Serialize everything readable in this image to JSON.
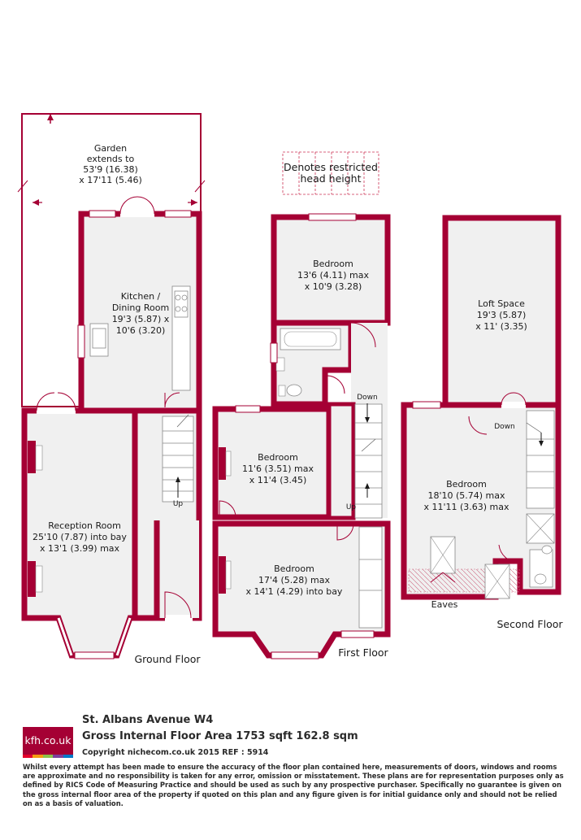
{
  "legend": {
    "line1": "Denotes restricted",
    "line2": "head height"
  },
  "ground_floor": {
    "floor_label": "Ground Floor",
    "garden": [
      "Garden",
      "extends to",
      "53'9 (16.38)",
      "x 17'11 (5.46)"
    ],
    "kitchen": [
      "Kitchen /",
      "Dining Room",
      "19'3 (5.87) x",
      "10'6 (3.20)"
    ],
    "reception": [
      "Reception Room",
      "25'10 (7.87) into bay",
      "x 13'1 (3.99) max"
    ],
    "stairs_label": "Up"
  },
  "first_floor": {
    "floor_label": "First Floor",
    "bedroom_rear": [
      "Bedroom",
      "13'6 (4.11) max",
      "x 10'9 (3.28)"
    ],
    "bedroom_middle": [
      "Bedroom",
      "11'6 (3.51) max",
      "x 11'4 (3.45)"
    ],
    "bedroom_front": [
      "Bedroom",
      "17'4 (5.28) max",
      "x 14'1 (4.29) into bay"
    ],
    "stairs_down": "Down",
    "stairs_up": "Up"
  },
  "second_floor": {
    "floor_label": "Second Floor",
    "loft": [
      "Loft Space",
      "19'3 (5.87)",
      "x 11' (3.35)"
    ],
    "bedroom": [
      "Bedroom",
      "18'10 (5.74) max",
      "x 11'11 (3.63) max"
    ],
    "stairs_down": "Down",
    "eaves": "Eaves"
  },
  "footer": {
    "logo_text": "kfh.co.uk",
    "address": "St. Albans Avenue  W4",
    "area": "Gross Internal Floor Area 1753 sqft 162.8 sqm",
    "copyright": "Copyright nichecom.co.uk 2015 REF : 5914",
    "disclaimer": "Whilst every attempt has been made to ensure the accuracy of the floor plan contained here, measurements of doors, windows and rooms are approximate and no responsibility is taken for any error, omission or misstatement.  These plans are for representation purposes only as defined by RICS Code of Measuring Practice and should be used as such by any prospective purchaser.  Specifically no guarantee is given on the gross internal floor area of the property if quoted on this plan and any figure given is for initial guidance only and should not be relied on as a basis of valuation."
  },
  "colors": {
    "wall": "#a50034",
    "floor_fill": "#f0f0f0",
    "fixture": "#c8c8c8",
    "logo_bar": [
      "#e4002b",
      "#f39c12",
      "#8bc34a",
      "#7b3f9c",
      "#0078c8"
    ]
  }
}
